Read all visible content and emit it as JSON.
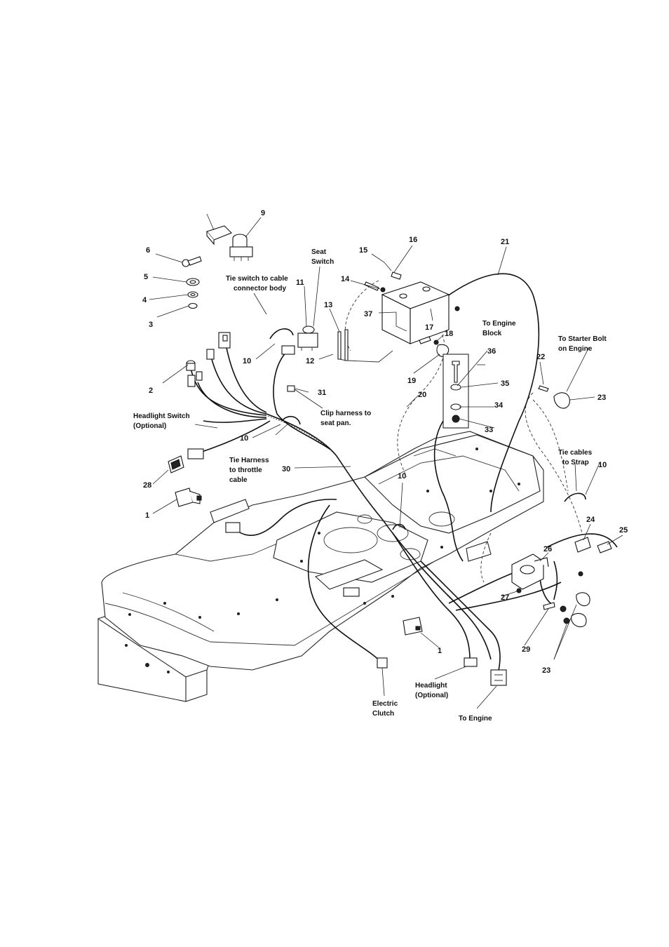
{
  "callouts": {
    "n9": "9",
    "n6": "6",
    "n5": "5",
    "n4": "4",
    "n3": "3",
    "n15": "15",
    "n16": "16",
    "n21": "21",
    "n11": "11",
    "n14": "14",
    "n13": "13",
    "n37": "37",
    "n17": "17",
    "n18": "18",
    "n10a": "10",
    "n12": "12",
    "n2": "2",
    "n36": "36",
    "n19": "19",
    "n35": "35",
    "n22": "22",
    "n23a": "23",
    "n31": "31",
    "n20": "20",
    "n34": "34",
    "n33": "33",
    "n10b": "10",
    "n10c": "10",
    "n30": "30",
    "n10d": "10",
    "n28": "28",
    "n1a": "1",
    "n24": "24",
    "n25": "25",
    "n26": "26",
    "n27": "27",
    "n1b": "1",
    "n29": "29",
    "n23b": "23"
  },
  "labels": {
    "seat_switch": [
      "Seat",
      "Switch"
    ],
    "tie_switch": [
      "Tie switch to cable",
      "connector body"
    ],
    "to_engine_block": [
      "To Engine",
      "Block"
    ],
    "to_starter_bolt": [
      "To Starter Bolt",
      "on Engine"
    ],
    "clip_harness": [
      "Clip harness to",
      "seat pan."
    ],
    "headlight_switch": [
      "Headlight Switch",
      "(Optional)"
    ],
    "tie_harness": [
      "Tie Harness",
      "to throttle",
      "cable"
    ],
    "tie_cables": [
      "Tie cables",
      "to Strap"
    ],
    "headlight": [
      "Headlight",
      "(Optional)"
    ],
    "electric_clutch": [
      "Electric",
      "Clutch"
    ],
    "to_engine": "To Engine"
  }
}
